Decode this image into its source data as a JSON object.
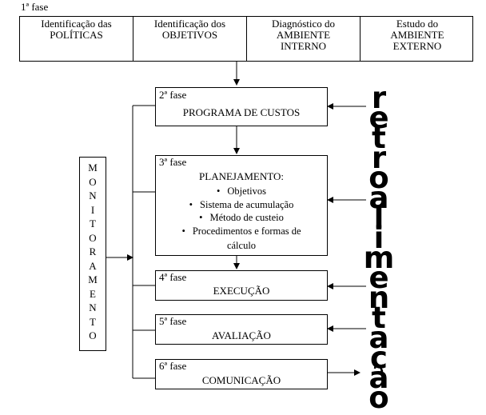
{
  "phase1": {
    "label": "1ª fase",
    "cells": [
      {
        "line1": "Identificação das",
        "line2": "POLÍTICAS"
      },
      {
        "line1": "Identificação dos",
        "line2": "OBJETIVOS"
      },
      {
        "line1": "Diagnóstico do",
        "line2": "AMBIENTE",
        "line3": "INTERNO"
      },
      {
        "line1": "Estudo do",
        "line2": "AMBIENTE",
        "line3": "EXTERNO"
      }
    ]
  },
  "phase2": {
    "label": "2ª fase",
    "title": "PROGRAMA DE CUSTOS"
  },
  "phase3": {
    "label": "3ª fase",
    "title": "PLANEJAMENTO:",
    "items": [
      "Objetivos",
      "Sistema de acumulação",
      "Método de custeio",
      "Procedimentos e formas de",
      "cálculo"
    ]
  },
  "phase4": {
    "label": "4ª fase",
    "title": "EXECUÇÃO"
  },
  "phase5": {
    "label": "5ª fase",
    "title": "AVALIAÇÃO"
  },
  "phase6": {
    "label": "6ª fase",
    "title": "COMUNICAÇÃO"
  },
  "monitoring": {
    "letters": [
      "M",
      "O",
      "N",
      "I",
      "T",
      "O",
      "R",
      "A",
      "M",
      "E",
      "N",
      "T",
      "O"
    ]
  },
  "feedback": {
    "letters": [
      "r",
      "e",
      "t",
      "r",
      "o",
      "a",
      "l",
      "i",
      "m",
      "e",
      "n",
      "t",
      "a",
      "ç",
      "ã",
      "o"
    ]
  }
}
